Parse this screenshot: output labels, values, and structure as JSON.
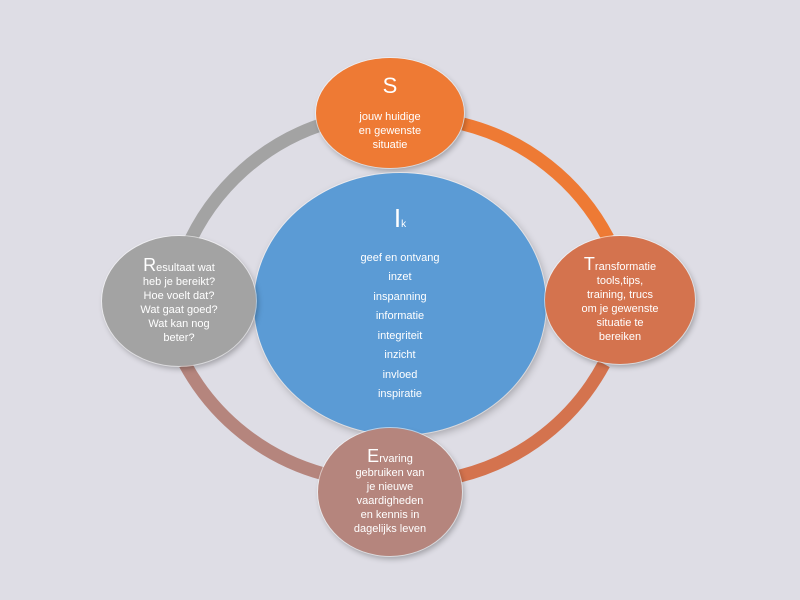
{
  "colors": {
    "background": "#dedde5",
    "s_node": "#ee7a34",
    "center_node": "#5b9bd5",
    "t_node": "#d4734e",
    "r_node": "#a3a3a3",
    "e_node": "#b5857d",
    "arc_s_to_t": "#ee7a34",
    "arc_t_to_e": "#d4734e",
    "arc_e_to_r": "#b5857d",
    "arc_r_to_s": "#a3a3a3"
  },
  "s": {
    "letter": "S",
    "lines": [
      "jouw huidige",
      "en gewenste",
      "situatie"
    ]
  },
  "center": {
    "letter": "I",
    "sub": "k",
    "lines": [
      "geef en ontvang",
      "inzet",
      "inspanning",
      "informatie",
      "integriteit",
      "inzicht",
      "invloed",
      "inspiratie"
    ]
  },
  "t": {
    "initial": "T",
    "rest": "ransformatie",
    "lines": [
      "tools,tips,",
      "training, trucs",
      "om je gewenste",
      "situatie te",
      "bereiken"
    ]
  },
  "r": {
    "initial": "R",
    "rest": "esultaat wat",
    "lines": [
      "heb je bereikt?",
      "Hoe voelt dat?",
      "Wat gaat goed?",
      "Wat kan nog",
      "beter?"
    ]
  },
  "e": {
    "initial": "E",
    "rest": "rvaring",
    "lines": [
      "gebruiken van",
      "je  nieuwe",
      "vaardigheden",
      "en kennis in",
      "dagelijks leven"
    ]
  }
}
